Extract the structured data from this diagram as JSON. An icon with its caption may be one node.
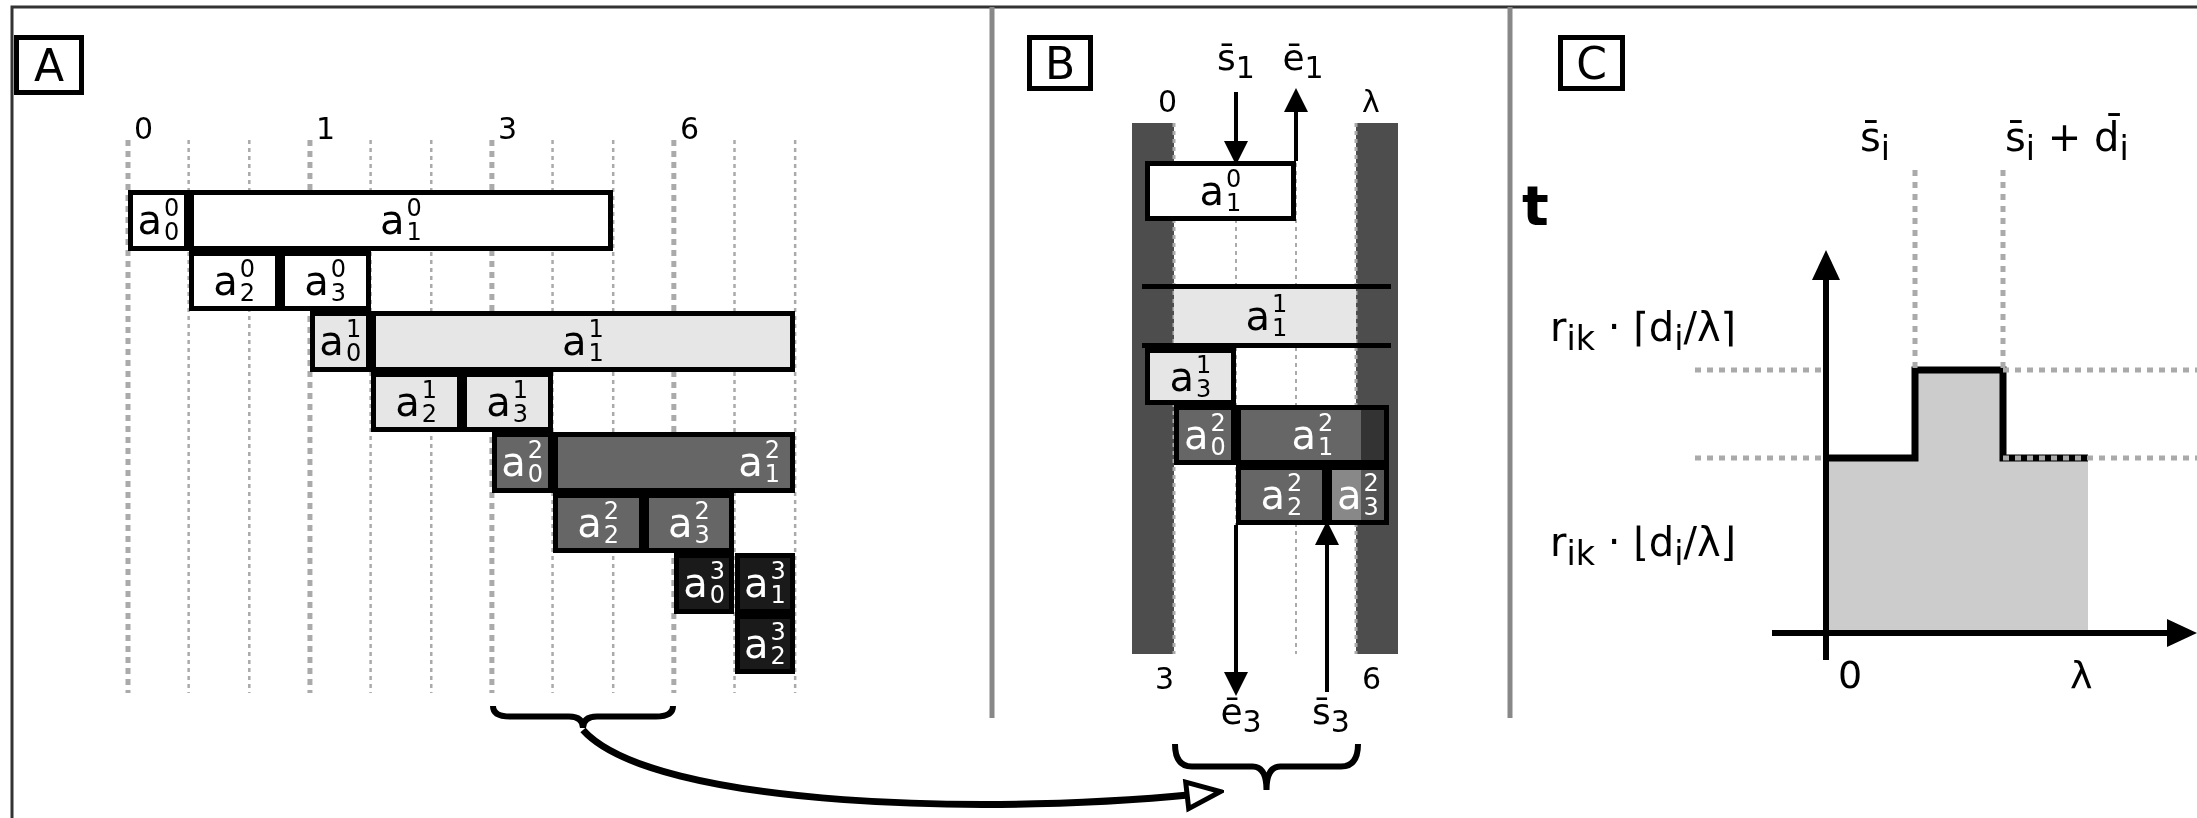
{
  "diagram": {
    "nodes": [
      {
        "text": [
          "A"
        ]
      },
      {
        "text": [
          "a$^{0}$$_{0}$"
        ]
      },
      {
        "text": [
          "a$^{0}$$_{1}$"
        ]
      },
      {
        "text": [
          "a$^{0}$$_{2}$"
        ]
      },
      {
        "text": [
          "a$^{0}$$_{3}$"
        ]
      },
      {
        "text": [
          "a$^{1}$$_{0}$"
        ]
      },
      {
        "text": [
          "a$^{1}$$_{1}$"
        ]
      },
      {
        "text": [
          "a$^{1}$$_{2}$"
        ]
      },
      {
        "text": [
          "a$^{1}$$_{3}$"
        ]
      },
      {
        "text": [
          "a$^{2}$$_{0}$"
        ]
      },
      {
        "text": [
          "a$^{2}$$_{1}$"
        ]
      },
      {
        "text": [
          "a$^{2}$$_{2}$"
        ]
      },
      {
        "text": [
          "a$^{2}$$_{3}$"
        ]
      },
      {
        "text": [
          "a$^{3}$$_{0}$"
        ]
      },
      {
        "text": [
          "a$^{3}$$_{1}$"
        ]
      },
      {
        "text": [
          "a$^{3}$$_{2}$"
        ]
      },
      {
        "text": [],
        "shape": "brace"
      },
      {
        "text": [
          "B"
        ]
      },
      {
        "text": [
          "s̄$_{1}$"
        ]
      },
      {
        "text": [
          "ē$_{1}$"
        ]
      },
      {
        "text": [
          "a$^{0}$$_{1}$"
        ]
      },
      {
        "text": [
          "a$^{1}$$_{1}$"
        ]
      },
      {
        "text": [
          "a$^{1}$$_{3}$"
        ]
      },
      {
        "text": [
          "a$^{2}$$_{0}$"
        ]
      },
      {
        "text": [
          "a$^{2}$$_{1}$"
        ]
      },
      {
        "text": [
          "a$^{2}$$_{2}$"
        ]
      },
      {
        "text": [
          "a$^{2}$$_{3}$"
        ]
      },
      {
        "text": [
          "ē$_{3}$"
        ]
      },
      {
        "text": [
          "s̄$_{3}$"
        ]
      },
      {
        "text": [],
        "shape": "brace"
      },
      {
        "text": [
          "C"
        ]
      }
    ],
    "edges": [
      {
        "from": 18,
        "to": 20,
        "arrow": "to"
      },
      {
        "from": 20,
        "to": 19,
        "arrow": "to"
      },
      {
        "from": 25,
        "to": 27,
        "arrow": "to"
      },
      {
        "from": 28,
        "to": 26,
        "arrow": "to"
      },
      {
        "from": 16,
        "to": 29,
        "arrow": "to"
      }
    ],
    "labels": [
      "0",
      "1",
      "3",
      "6",
      "0",
      "λ",
      "3",
      "6",
      "s̄$_{i}$",
      "s̄$_{i}$ + d̄$_{i}$",
      "t",
      "r$_{ik}$ · ⌈d$_{i}$/λ⌉",
      "r$_{ik}$ · ⌊d$_{i}$/λ⌋",
      "0",
      "λ"
    ]
  }
}
